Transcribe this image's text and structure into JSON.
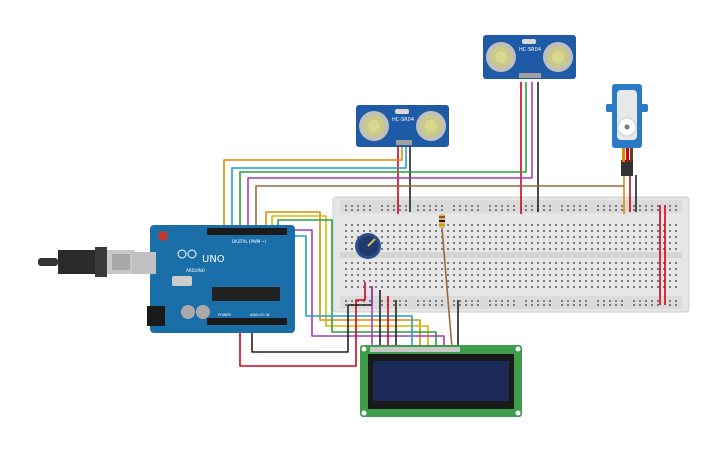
{
  "sensor_left": {
    "label": "HC-SR04"
  },
  "sensor_right": {
    "label": "HC-SR04"
  },
  "arduino": {
    "board_label": "UNO",
    "brand_label": "ARDUINO",
    "digital_label": "DIGITAL (PWM ~)",
    "power_label": "POWER",
    "analog_label": "ANALOG IN"
  },
  "colors": {
    "wire_red": "#d0021b",
    "wire_black": "#222222",
    "wire_orange": "#e08a00",
    "wire_yellow": "#d6b800",
    "wire_green": "#2aa03a",
    "wire_cyan": "#1aa3c8",
    "wire_purple": "#a23cc0",
    "wire_brown": "#9a6a3a",
    "board_blue": "#1a6fa8",
    "sensor_blue": "#1f5aa6",
    "lcd_green": "#3f9c4a",
    "lcd_screen": "#1c2a5a",
    "breadboard": "#e6e6e6"
  }
}
